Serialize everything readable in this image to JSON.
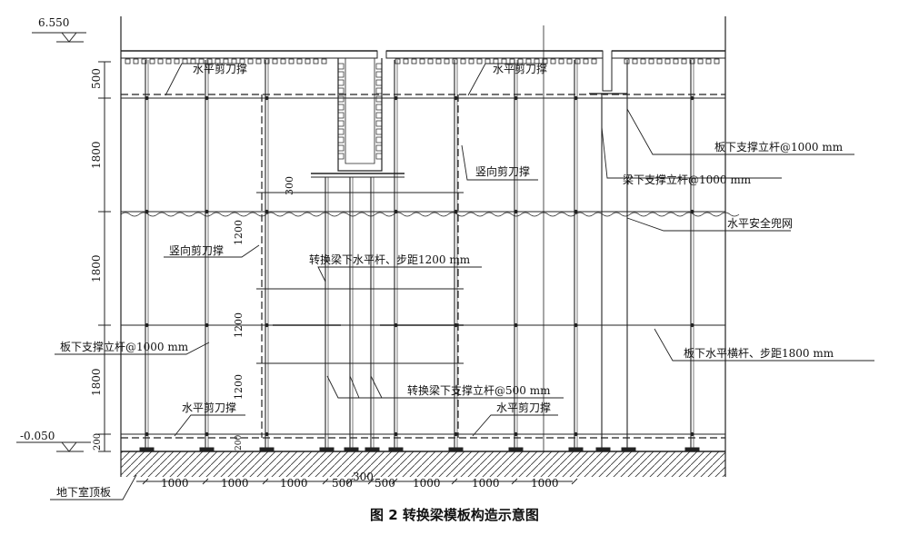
{
  "elevations": {
    "top": "6.550",
    "bottom": "-0.050"
  },
  "vertical_dims": [
    "500",
    "1800",
    "1800",
    "1800",
    "200"
  ],
  "inner_dims": [
    "300",
    "1200",
    "1200",
    "1200",
    "200"
  ],
  "horizontal_dims": [
    "1000",
    "1000",
    "1000",
    "500",
    "300",
    "500",
    "1000",
    "1000",
    "1000"
  ],
  "labels": {
    "h_brace_top_left": "水平剪刀撑",
    "h_brace_top_right": "水平剪刀撑",
    "slab_pole": "板下支撑立杆@1000 mm",
    "beam_pole": "梁下支撑立杆@1000 mm",
    "v_brace_right": "竖向剪刀撑",
    "safety_net": "水平安全兜网",
    "v_brace_left": "竖向剪刀撑",
    "transfer_bar": "转换梁下水平杆、步距1200 mm",
    "slab_pole_left": "板下支撑立杆@1000 mm",
    "slab_bar": "板下水平横杆、步距1800 mm",
    "transfer_pole": "转换梁下支撑立杆@500 mm",
    "h_brace_bottom_left": "水平剪刀撑",
    "h_brace_bottom_right": "水平剪刀撑",
    "basement": "地下室顶板"
  },
  "caption": "图 2  转换梁模板构造示意图"
}
